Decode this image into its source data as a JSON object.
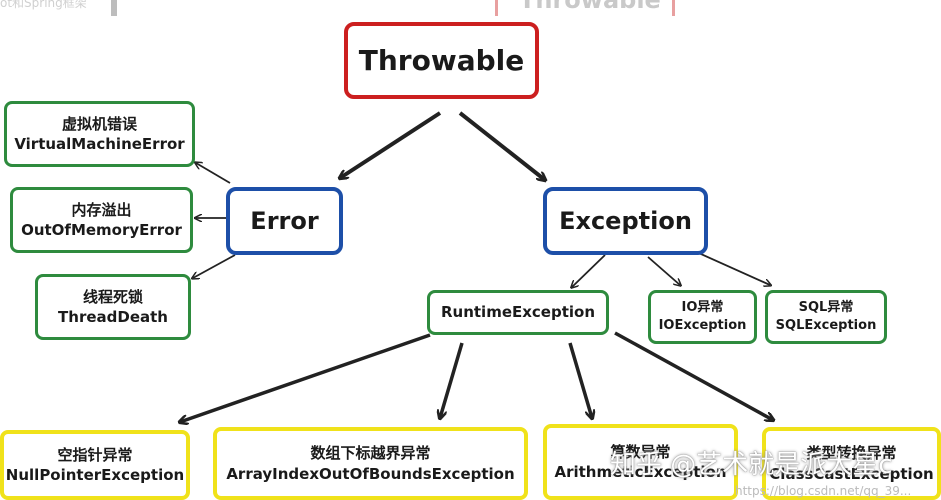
{
  "header_fragments": {
    "left": "ot和Spring框架",
    "right": "Throwable"
  },
  "root": {
    "label": "Throwable"
  },
  "error": {
    "label": "Error"
  },
  "exception": {
    "label": "Exception"
  },
  "error_children": [
    {
      "zh": "虚拟机错误",
      "en": "VirtualMachineError"
    },
    {
      "zh": "内存溢出",
      "en": "OutOfMemoryError"
    },
    {
      "zh": "线程死锁",
      "en": "ThreadDeath"
    }
  ],
  "runtime": {
    "label": "RuntimeException"
  },
  "io": {
    "zh": "IO异常",
    "en": "IOException"
  },
  "sql": {
    "zh": "SQL异常",
    "en": "SQLException"
  },
  "runtime_children": [
    {
      "zh": "空指针异常",
      "en": "NullPointerException"
    },
    {
      "zh": "数组下标越界异常",
      "en": "ArrayIndexOutOfBoundsException"
    },
    {
      "zh": "算数异常",
      "en": "ArithmeticException"
    },
    {
      "zh": "类型转换异常",
      "en": "ClassCastException"
    }
  ],
  "watermark": "知乎 @艺术就是派大星c",
  "url_text": "https://blog.csdn.net/qq_39..."
}
